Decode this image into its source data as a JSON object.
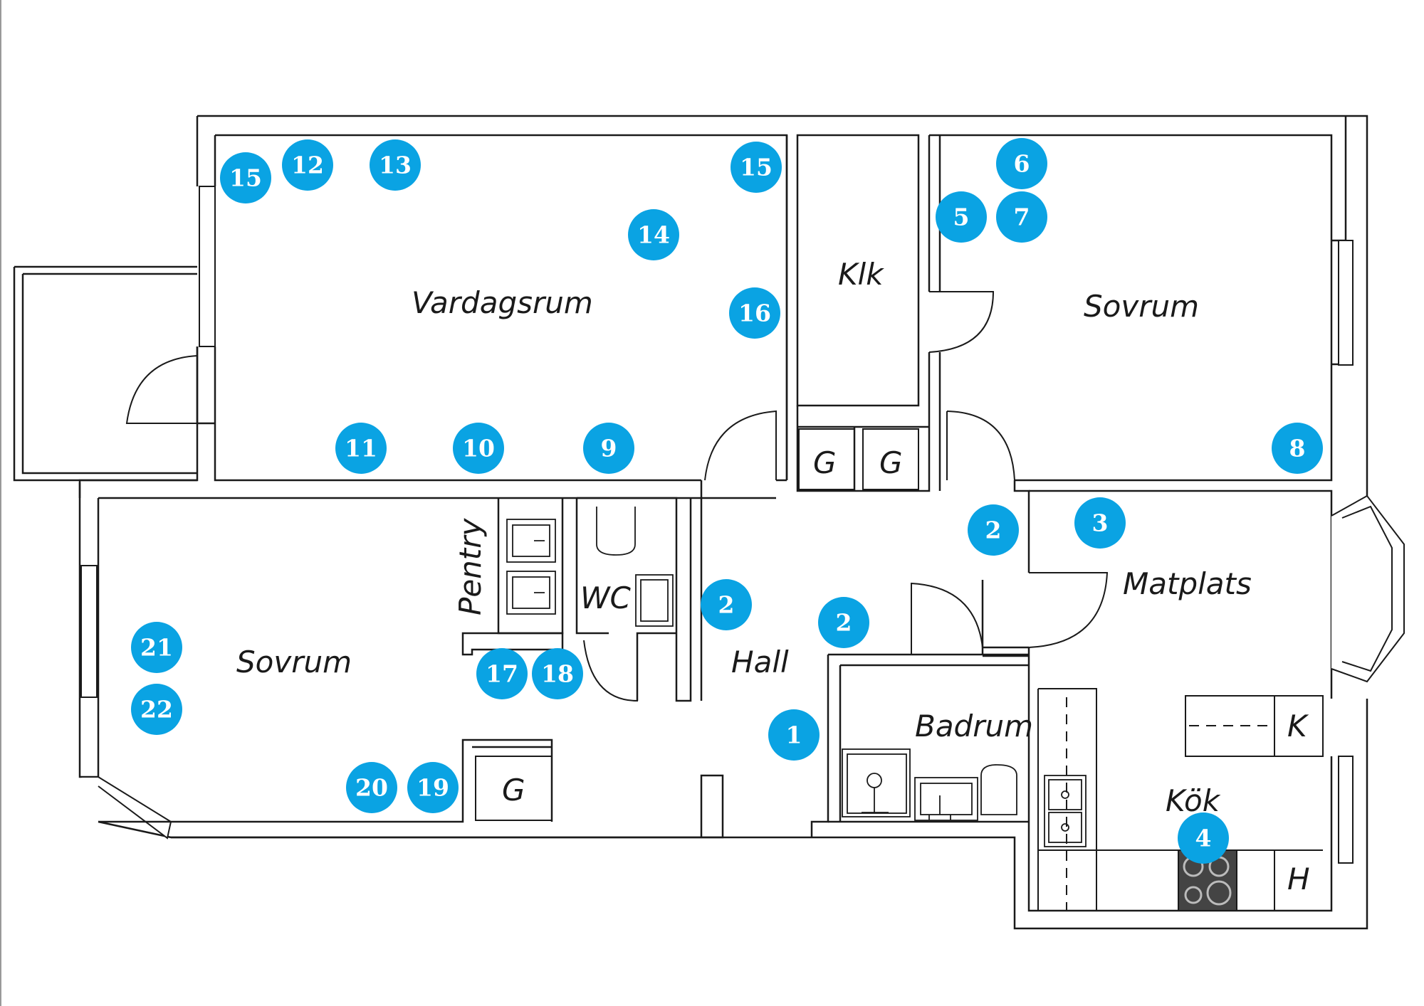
{
  "rooms": {
    "vardagsrum": "Vardagsrum",
    "klk": "Klk",
    "sovrum_right": "Sovrum",
    "pentry": "Pentry",
    "wc": "WC",
    "sovrum_left": "Sovrum",
    "hall": "Hall",
    "matplats": "Matplats",
    "badrum": "Badrum",
    "kok": "Kök",
    "g1": "G",
    "g2": "G",
    "g3": "G",
    "k": "K",
    "h": "H"
  },
  "markers": {
    "m1": "1",
    "m2a": "2",
    "m2b": "2",
    "m2c": "2",
    "m3": "3",
    "m4": "4",
    "m5": "5",
    "m6": "6",
    "m7": "7",
    "m8": "8",
    "m9": "9",
    "m10": "10",
    "m11": "11",
    "m12": "12",
    "m13": "13",
    "m14": "14",
    "m15a": "15",
    "m15b": "15",
    "m16": "16",
    "m17": "17",
    "m18": "18",
    "m19": "19",
    "m20": "20",
    "m21": "21",
    "m22": "22"
  },
  "colors": {
    "marker_fill": "#0aa3e3",
    "marker_text": "#ffffff",
    "wall": "#1a1a1a",
    "background": "#ffffff"
  }
}
